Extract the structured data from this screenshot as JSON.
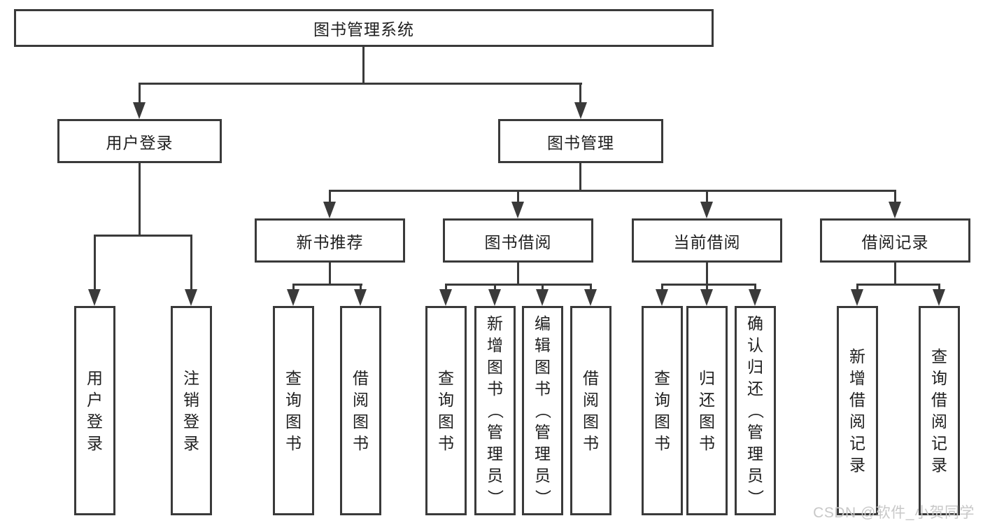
{
  "colors": {
    "line": "#3a3a3a",
    "text": "#1f1f1f",
    "watermark": "#c8c8c8",
    "background": "#ffffff"
  },
  "watermark": {
    "text": "CSDN @软件_小贺同学"
  },
  "tree": {
    "root": {
      "label": "图书管理系统"
    },
    "level2": [
      {
        "label": "用户登录",
        "children": [
          {
            "label": "用户登录"
          },
          {
            "label": "注销登录"
          }
        ]
      },
      {
        "label": "图书管理",
        "groups": [
          {
            "label": "新书推荐",
            "children": [
              {
                "label": "查询图书"
              },
              {
                "label": "借阅图书"
              }
            ]
          },
          {
            "label": "图书借阅",
            "children": [
              {
                "label": "查询图书"
              },
              {
                "label": "新增图书（管理员）"
              },
              {
                "label": "编辑图书（管理员）"
              },
              {
                "label": "借阅图书"
              }
            ]
          },
          {
            "label": "当前借阅",
            "children": [
              {
                "label": "查询图书"
              },
              {
                "label": "归还图书"
              },
              {
                "label": "确认归还（管理员）"
              }
            ]
          },
          {
            "label": "借阅记录",
            "children": [
              {
                "label": "新增借阅记录"
              },
              {
                "label": "查询借阅记录"
              }
            ]
          }
        ]
      }
    ]
  }
}
